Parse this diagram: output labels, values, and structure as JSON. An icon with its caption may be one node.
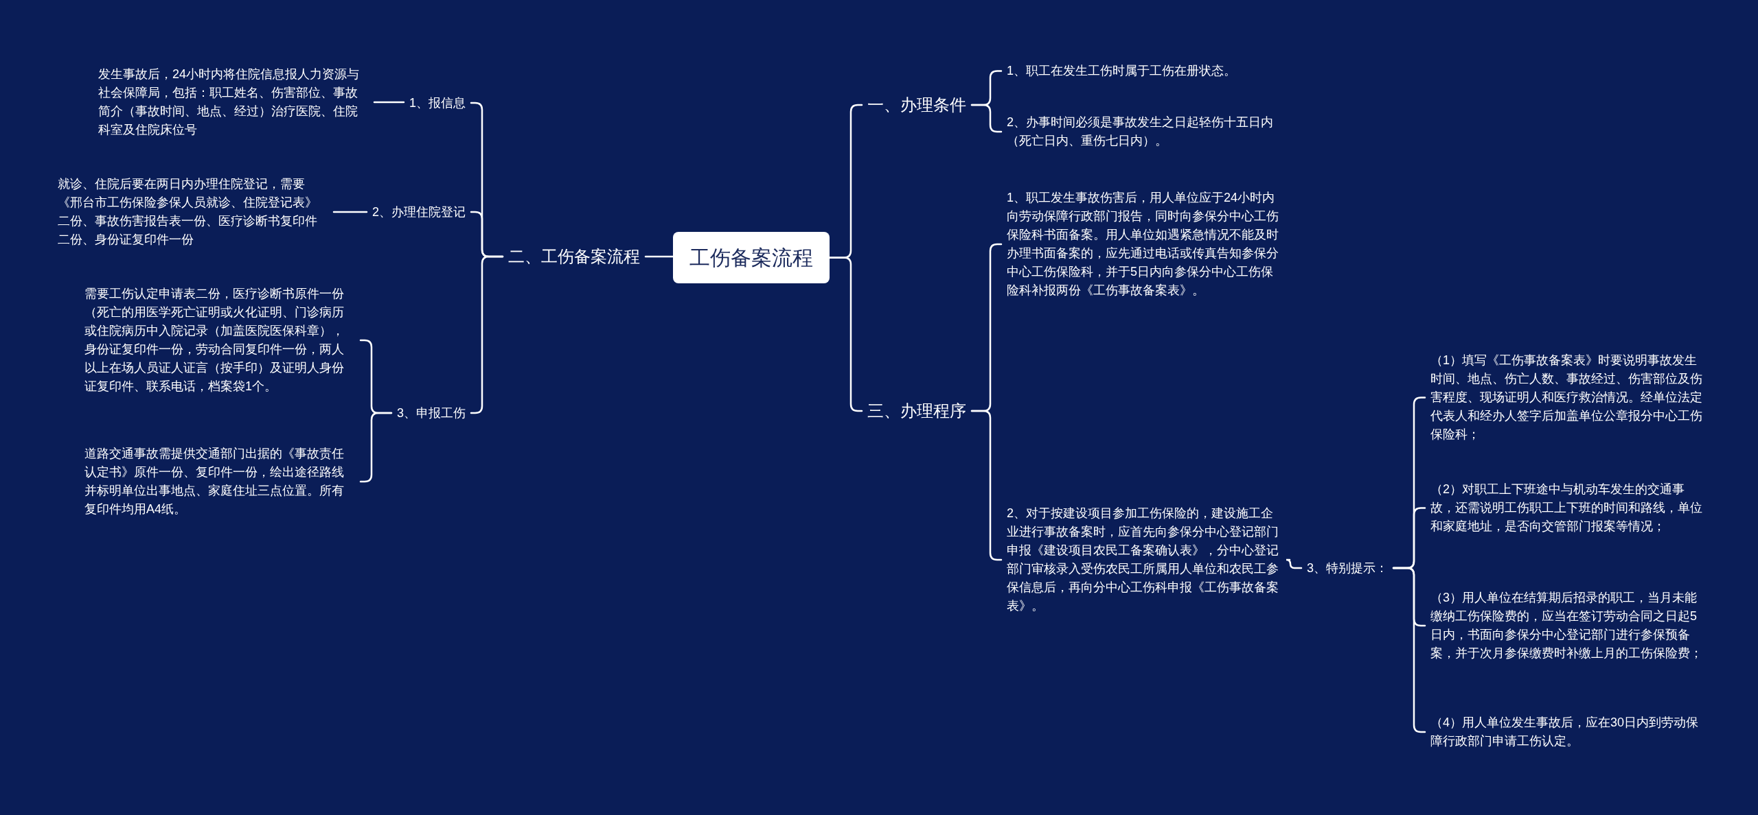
{
  "diagram": {
    "nodes": [
      {
        "text": [
          "工伤备案流程"
        ]
      },
      {
        "text": [
          "二、工伤备案流程"
        ]
      },
      {
        "text": [
          "1、报信息"
        ]
      },
      {
        "text": [
          "发生事故后，24小时内将住院信息报人力资源与社会保障局，包括：职工姓名、伤害部位、事故简介（事故时间、地点、经过）治疗医院、住院科室及住院床位号"
        ]
      },
      {
        "text": [
          "2、办理住院登记"
        ]
      },
      {
        "text": [
          "就诊、住院后要在两日内办理住院登记，需要《邢台市工伤保险参保人员就诊、住院登记表》二份、事故伤害报告表一份、医疗诊断书复印件二份、身份证复印件一份"
        ]
      },
      {
        "text": [
          "3、申报工伤"
        ]
      },
      {
        "text": [
          "需要工伤认定申请表二份，医疗诊断书原件一份（死亡的用医学死亡证明或火化证明、门诊病历或住院病历中入院记录（加盖医院医保科章），身份证复印件一份，劳动合同复印件一份，两人以上在场人员证人证言（按手印）及证明人身份证复印件、联系电话，档案袋1个。"
        ]
      },
      {
        "text": [
          "道路交通事故需提供交通部门出据的《事故责任认定书》原件一份、复印件一份，绘出途径路线并标明单位出事地点、家庭住址三点位置。所有复印件均用A4纸。"
        ]
      },
      {
        "text": [
          "一、办理条件"
        ]
      },
      {
        "text": [
          "1、职工在发生工伤时属于工伤在册状态。"
        ]
      },
      {
        "text": [
          "2、办事时间必须是事故发生之日起轻伤十五日内（死亡日内、重伤七日内）。"
        ]
      },
      {
        "text": [
          "三、办理程序"
        ]
      },
      {
        "text": [
          "1、职工发生事故伤害后，用人单位应于24小时内向劳动保障行政部门报告，同时向参保分中心工伤保险科书面备案。用人单位如遇紧急情况不能及时办理书面备案的，应先通过电话或传真告知参保分中心工伤保险科，并于5日内向参保分中心工伤保险科补报两份《工伤事故备案表》。"
        ]
      },
      {
        "text": [
          "2、对于按建设项目参加工伤保险的，建设施工企业进行事故备案时，应首先向参保分中心登记部门申报《建设项目农民工备案确认表》，分中心登记部门审核录入受伤农民工所属用人单位和农民工参保信息后，再向分中心工伤科申报《工伤事故备案表》。"
        ]
      },
      {
        "text": [
          "3、特别提示："
        ]
      },
      {
        "text": [
          "（1）填写《工伤事故备案表》时要说明事故发生时间、地点、伤亡人数、事故经过、伤害部位及伤害程度、现场证明人和医疗救治情况。经单位法定代表人和经办人签字后加盖单位公章报分中心工伤保险科；"
        ]
      },
      {
        "text": [
          "（2）对职工上下班途中与机动车发生的交通事故，还需说明工伤职工上下班的时间和路线，单位和家庭地址，是否向交管部门报案等情况；"
        ]
      },
      {
        "text": [
          "（3）用人单位在结算期后招录的职工，当月未能缴纳工伤保险费的，应当在签订劳动合同之日起5日内，书面向参保分中心登记部门进行参保预备案，并于次月参保缴费时补缴上月的工伤保险费；"
        ]
      },
      {
        "text": [
          "（4）用人单位发生事故后，应在30日内到劳动保障行政部门申请工伤认定。"
        ]
      }
    ],
    "edges": [
      {
        "from": 0,
        "to": 1,
        "arrow": "none"
      },
      {
        "from": 1,
        "to": 2,
        "arrow": "none"
      },
      {
        "from": 2,
        "to": 3,
        "arrow": "none"
      },
      {
        "from": 1,
        "to": 4,
        "arrow": "none"
      },
      {
        "from": 4,
        "to": 5,
        "arrow": "none"
      },
      {
        "from": 1,
        "to": 6,
        "arrow": "none"
      },
      {
        "from": 6,
        "to": 7,
        "arrow": "none"
      },
      {
        "from": 6,
        "to": 8,
        "arrow": "none"
      },
      {
        "from": 0,
        "to": 9,
        "arrow": "none"
      },
      {
        "from": 9,
        "to": 10,
        "arrow": "none"
      },
      {
        "from": 9,
        "to": 11,
        "arrow": "none"
      },
      {
        "from": 0,
        "to": 12,
        "arrow": "none"
      },
      {
        "from": 12,
        "to": 13,
        "arrow": "none"
      },
      {
        "from": 12,
        "to": 14,
        "arrow": "none"
      },
      {
        "from": 14,
        "to": 15,
        "arrow": "none"
      },
      {
        "from": 15,
        "to": 16,
        "arrow": "none"
      },
      {
        "from": 15,
        "to": 17,
        "arrow": "none"
      },
      {
        "from": 15,
        "to": 18,
        "arrow": "none"
      },
      {
        "from": 15,
        "to": 19,
        "arrow": "none"
      }
    ]
  }
}
